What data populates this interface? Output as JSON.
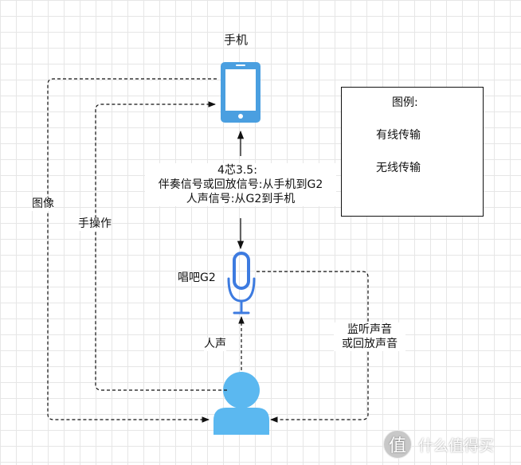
{
  "nodes": {
    "phone": {
      "label": "手机"
    },
    "mic": {
      "label": "唱吧G2"
    },
    "person": {
      "label": ""
    }
  },
  "edges": {
    "wired": {
      "lines": [
        "4芯3.5:",
        "伴奏信号或回放信号:从手机到G2",
        "人声信号:从G2到手机"
      ]
    },
    "image": {
      "label": "图像"
    },
    "hand": {
      "label": "手操作"
    },
    "voice": {
      "label": "人声"
    },
    "monitor": {
      "lines": [
        "监听声音",
        "或回放声音"
      ]
    }
  },
  "legend": {
    "title": "图例:",
    "wired_label": "有线传输",
    "wireless_label": "无线传输"
  },
  "watermark": {
    "badge": "值",
    "text": "什么值得买"
  },
  "colors": {
    "phone_blue": "#4a9fe0",
    "phone_screen": "#ffffff",
    "mic_blue": "#3d7be0",
    "person_blue": "#5bb8f0",
    "line": "#111111"
  }
}
